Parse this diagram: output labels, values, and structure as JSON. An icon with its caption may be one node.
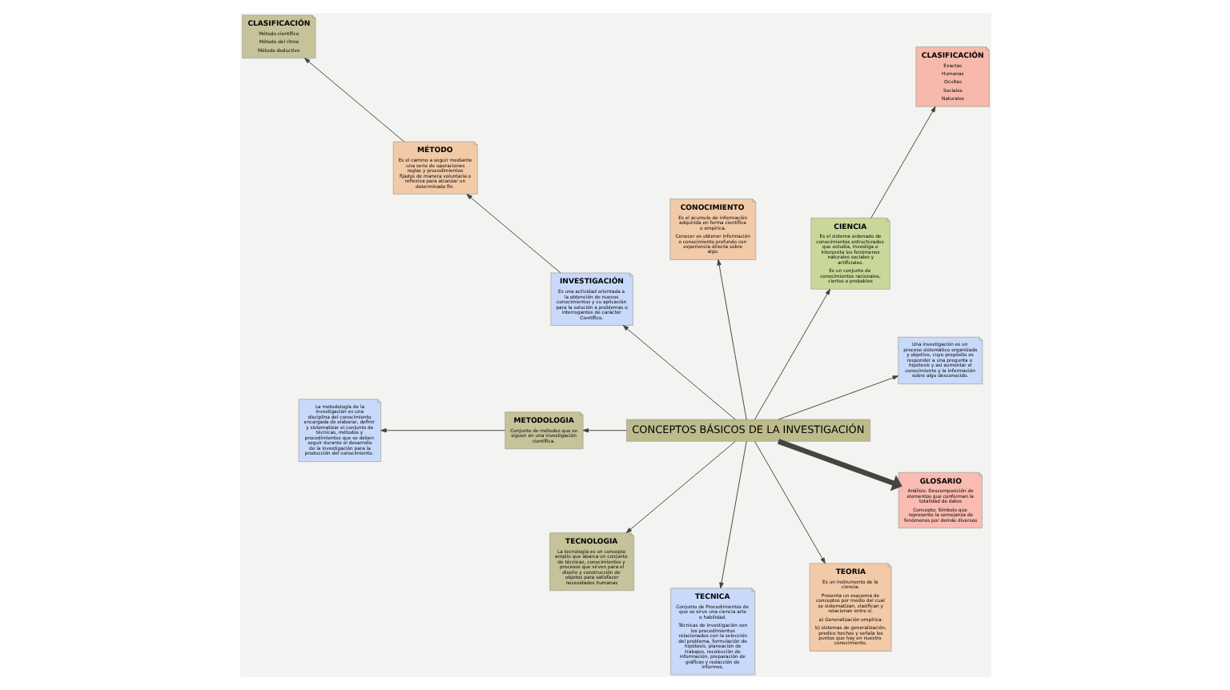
{
  "diagram": {
    "nodes": [
      {
        "text": [
          "CONCEPTOS BÁSICOS DE LA INVESTIGACIÓN"
        ]
      },
      {
        "text": [
          "Una investigación es un proceso sistemático organizado y objetivo, cuyo propósito es responder a una pregunta o hipótesis y así aumentar el conocimiento y la información sobre algo desconocido."
        ]
      },
      {
        "text": [
          "CIENCIA",
          "Es el sistema ordenado de conocimientos estructurados que estudia, investiga e interpreta los fenómenos naturales sociales y artificiales.",
          "Es un conjunto de conocimientos racionales, ciertos o probables"
        ]
      },
      {
        "text": [
          "CLASIFICACIÓN",
          "Exactas",
          "Humanas",
          "Ocultas",
          "Sociales",
          "Naturales"
        ]
      },
      {
        "text": [
          "CONOCIMIENTO",
          "Es el acumulo de información adquirida en forma científica o empírica.",
          "Conocer es obtener información o conocimiento profundo con experiencia directa sobre algo."
        ]
      },
      {
        "text": [
          "INVESTIGACIÓN",
          "Es una actividad orientada a la obtención de nuevos conocimientos y su aplicación para la solución a problemas o interrogantes de carácter Científico."
        ]
      },
      {
        "text": [
          "MÉTODO",
          "Es el camino a seguir mediante una serie de operaciones reglas y procedimientos fijados de manera voluntaria o reflexiva para alcanzar un determinado fin."
        ]
      },
      {
        "text": [
          "CLASIFICACIÓN",
          "Método científico",
          "Método del ritmo",
          "Método deductivo"
        ]
      },
      {
        "text": [
          "METODOLOGIA",
          "Conjunto de métodos que se siguen en una investigación científica."
        ]
      },
      {
        "text": [
          "La metodología de la investigación es una disciplina del conocimiento encargada de elaborar, definir y sistematizar el conjunto de técnicas, métodos y procedimientos que se deben seguir durante el desarrollo de la investigación para la producción del conocimiento."
        ]
      },
      {
        "text": [
          "TECNOLOGIA",
          "La tecnología es un concepto amplio que abarca un conjunto de técnicas, conocimientos y procesos que sirven para el diseño y construcción de objetos para satisfacer necesidades humanas"
        ]
      },
      {
        "text": [
          "TECNICA",
          "Conjunto de Procedimientos de que se sirve una ciencia arte o habilidad.",
          "Técnicas de investigación son los procedimientos relacionados con la selección del problema, formulación de hipótesis. planeación de trabajos, recolección de información, preparación de gráficas y redacción de informes."
        ]
      },
      {
        "text": [
          "TEORIA",
          "Es un instrumento de la ciencia.",
          "Presenta un esquema de conceptos por medio del cual se sistematizan, clasifican y relacionan entre sí.",
          "a) Generalización empírica.",
          "b) sistemas de generalización, predice hechos y señala los puntos que hay en nuestro conocimiento."
        ]
      },
      {
        "text": [
          "GLOSARIO",
          "Análisis: Descomposición de elementos que conforman la totalidad de datos",
          "Concepto: Símbolo que represente la semejanza de fenómenos por demás diversos"
        ]
      }
    ],
    "edges": [
      {
        "from": 0,
        "to": 1,
        "arrow": "to"
      },
      {
        "from": 0,
        "to": 2,
        "arrow": "to"
      },
      {
        "from": 2,
        "to": 3,
        "arrow": "to"
      },
      {
        "from": 0,
        "to": 4,
        "arrow": "to"
      },
      {
        "from": 0,
        "to": 5,
        "arrow": "to"
      },
      {
        "from": 5,
        "to": 6,
        "arrow": "to"
      },
      {
        "from": 6,
        "to": 7,
        "arrow": "to"
      },
      {
        "from": 0,
        "to": 8,
        "arrow": "to"
      },
      {
        "from": 8,
        "to": 9,
        "arrow": "to"
      },
      {
        "from": 0,
        "to": 10,
        "arrow": "to"
      },
      {
        "from": 0,
        "to": 11,
        "arrow": "to"
      },
      {
        "from": 0,
        "to": 12,
        "arrow": "to"
      },
      {
        "from": 0,
        "to": 13,
        "arrow": "to",
        "style": "thick"
      }
    ]
  }
}
